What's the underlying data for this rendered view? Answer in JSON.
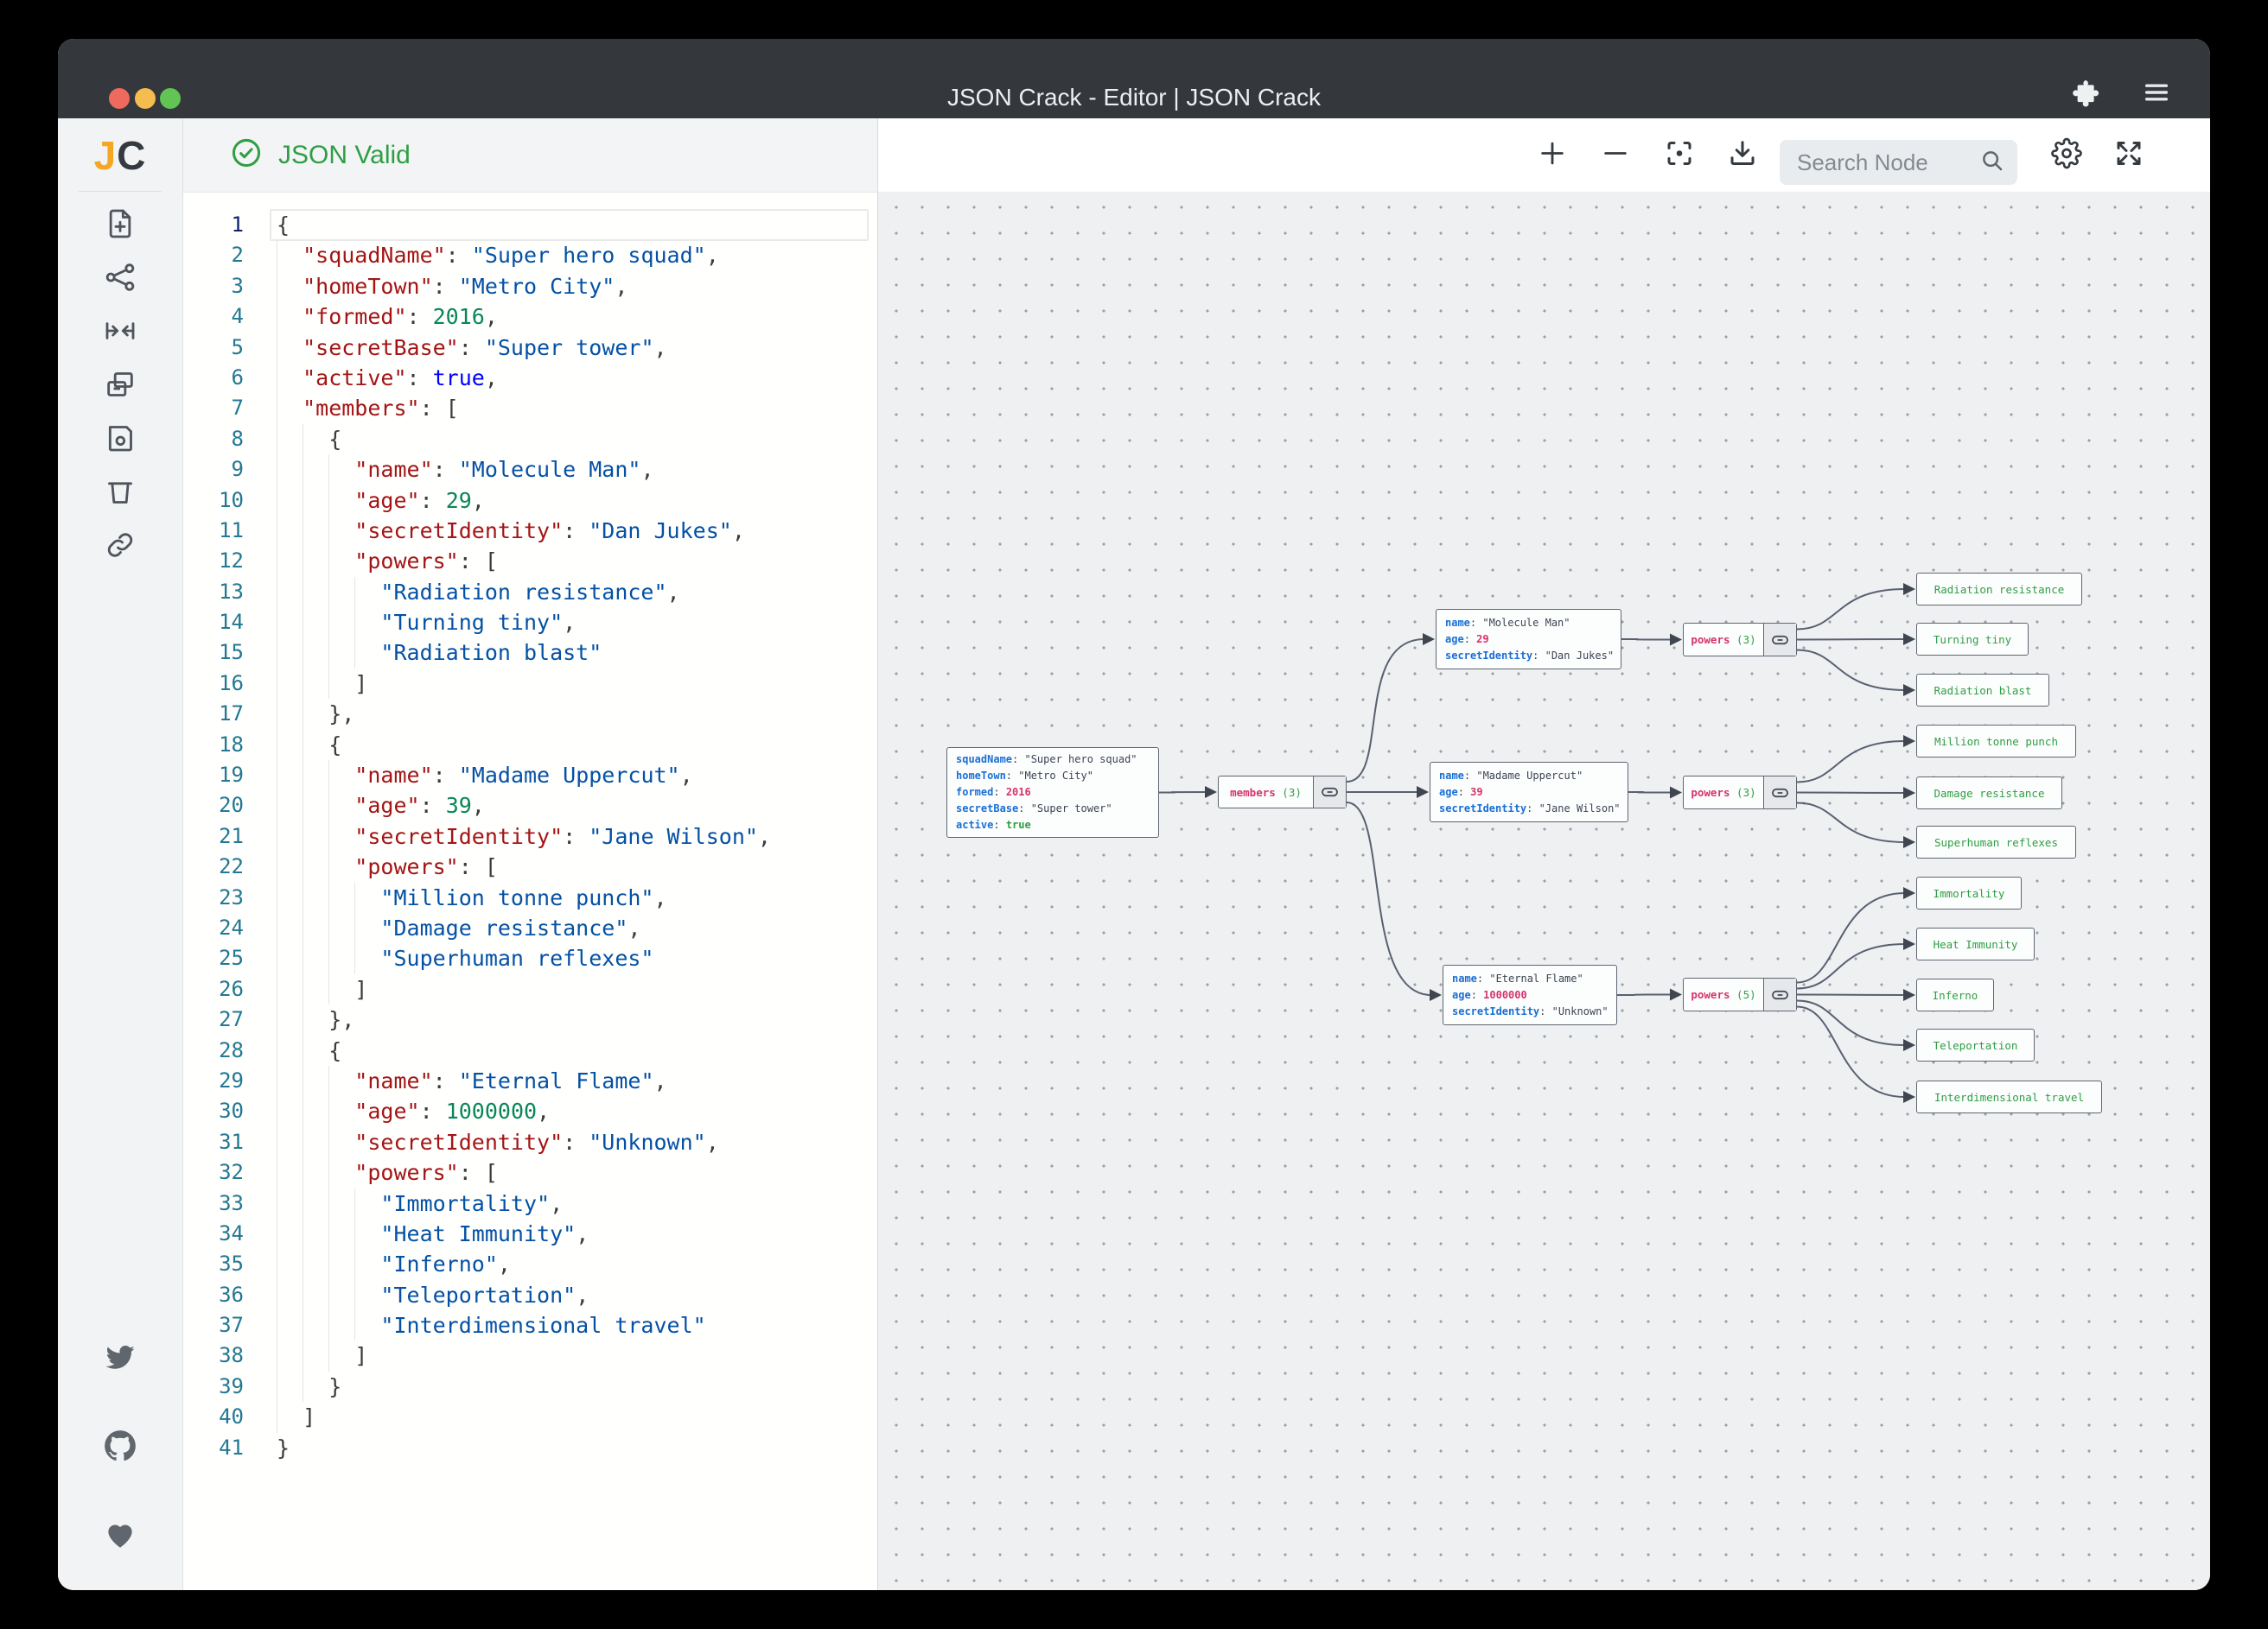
{
  "window": {
    "title": "JSON Crack - Editor | JSON Crack"
  },
  "titlebar": {
    "traffic_lights": [
      "close",
      "minimize",
      "zoom"
    ],
    "icons": [
      "extension-puzzle-icon",
      "menu-icon"
    ]
  },
  "colors": {
    "valid_green": "#2f9e44",
    "logo_orange": "#f5a623",
    "node_key_blue": "#1a6fd4",
    "node_number_pink": "#d6336c",
    "node_green": "#2f9e44",
    "titlebar": "#34373c"
  },
  "sidebar": {
    "logo_j": "J",
    "logo_c": "C",
    "tool_icons": [
      "new-file-icon",
      "graph-icon",
      "center-view-icon",
      "copy-icon",
      "save-icon",
      "delete-icon",
      "link-icon"
    ],
    "social_icons": [
      "twitter-icon",
      "github-icon",
      "heart-icon"
    ]
  },
  "editor": {
    "status": "JSON Valid",
    "line_count": 41,
    "lines": [
      [
        [
          "{",
          "p"
        ]
      ],
      [
        [
          "  \"squadName\"",
          "k"
        ],
        [
          ": ",
          "p"
        ],
        [
          "\"Super hero squad\"",
          "s"
        ],
        [
          ",",
          "p"
        ]
      ],
      [
        [
          "  \"homeTown\"",
          "k"
        ],
        [
          ": ",
          "p"
        ],
        [
          "\"Metro City\"",
          "s"
        ],
        [
          ",",
          "p"
        ]
      ],
      [
        [
          "  \"formed\"",
          "k"
        ],
        [
          ": ",
          "p"
        ],
        [
          "2016",
          "n"
        ],
        [
          ",",
          "p"
        ]
      ],
      [
        [
          "  \"secretBase\"",
          "k"
        ],
        [
          ": ",
          "p"
        ],
        [
          "\"Super tower\"",
          "s"
        ],
        [
          ",",
          "p"
        ]
      ],
      [
        [
          "  \"active\"",
          "k"
        ],
        [
          ": ",
          "p"
        ],
        [
          "true",
          "b"
        ],
        [
          ",",
          "p"
        ]
      ],
      [
        [
          "  \"members\"",
          "k"
        ],
        [
          ": [",
          "p"
        ]
      ],
      [
        [
          "    {",
          "p"
        ]
      ],
      [
        [
          "      \"name\"",
          "k"
        ],
        [
          ": ",
          "p"
        ],
        [
          "\"Molecule Man\"",
          "s"
        ],
        [
          ",",
          "p"
        ]
      ],
      [
        [
          "      \"age\"",
          "k"
        ],
        [
          ": ",
          "p"
        ],
        [
          "29",
          "n"
        ],
        [
          ",",
          "p"
        ]
      ],
      [
        [
          "      \"secretIdentity\"",
          "k"
        ],
        [
          ": ",
          "p"
        ],
        [
          "\"Dan Jukes\"",
          "s"
        ],
        [
          ",",
          "p"
        ]
      ],
      [
        [
          "      \"powers\"",
          "k"
        ],
        [
          ": [",
          "p"
        ]
      ],
      [
        [
          "        \"Radiation resistance\"",
          "s"
        ],
        [
          ",",
          "p"
        ]
      ],
      [
        [
          "        \"Turning tiny\"",
          "s"
        ],
        [
          ",",
          "p"
        ]
      ],
      [
        [
          "        \"Radiation blast\"",
          "s"
        ]
      ],
      [
        [
          "      ]",
          "p"
        ]
      ],
      [
        [
          "    },",
          "p"
        ]
      ],
      [
        [
          "    {",
          "p"
        ]
      ],
      [
        [
          "      \"name\"",
          "k"
        ],
        [
          ": ",
          "p"
        ],
        [
          "\"Madame Uppercut\"",
          "s"
        ],
        [
          ",",
          "p"
        ]
      ],
      [
        [
          "      \"age\"",
          "k"
        ],
        [
          ": ",
          "p"
        ],
        [
          "39",
          "n"
        ],
        [
          ",",
          "p"
        ]
      ],
      [
        [
          "      \"secretIdentity\"",
          "k"
        ],
        [
          ": ",
          "p"
        ],
        [
          "\"Jane Wilson\"",
          "s"
        ],
        [
          ",",
          "p"
        ]
      ],
      [
        [
          "      \"powers\"",
          "k"
        ],
        [
          ": [",
          "p"
        ]
      ],
      [
        [
          "        \"Million tonne punch\"",
          "s"
        ],
        [
          ",",
          "p"
        ]
      ],
      [
        [
          "        \"Damage resistance\"",
          "s"
        ],
        [
          ",",
          "p"
        ]
      ],
      [
        [
          "        \"Superhuman reflexes\"",
          "s"
        ]
      ],
      [
        [
          "      ]",
          "p"
        ]
      ],
      [
        [
          "    },",
          "p"
        ]
      ],
      [
        [
          "    {",
          "p"
        ]
      ],
      [
        [
          "      \"name\"",
          "k"
        ],
        [
          ": ",
          "p"
        ],
        [
          "\"Eternal Flame\"",
          "s"
        ],
        [
          ",",
          "p"
        ]
      ],
      [
        [
          "      \"age\"",
          "k"
        ],
        [
          ": ",
          "p"
        ],
        [
          "1000000",
          "n"
        ],
        [
          ",",
          "p"
        ]
      ],
      [
        [
          "      \"secretIdentity\"",
          "k"
        ],
        [
          ": ",
          "p"
        ],
        [
          "\"Unknown\"",
          "s"
        ],
        [
          ",",
          "p"
        ]
      ],
      [
        [
          "      \"powers\"",
          "k"
        ],
        [
          ": [",
          "p"
        ]
      ],
      [
        [
          "        \"Immortality\"",
          "s"
        ],
        [
          ",",
          "p"
        ]
      ],
      [
        [
          "        \"Heat Immunity\"",
          "s"
        ],
        [
          ",",
          "p"
        ]
      ],
      [
        [
          "        \"Inferno\"",
          "s"
        ],
        [
          ",",
          "p"
        ]
      ],
      [
        [
          "        \"Teleportation\"",
          "s"
        ],
        [
          ",",
          "p"
        ]
      ],
      [
        [
          "        \"Interdimensional travel\"",
          "s"
        ]
      ],
      [
        [
          "      ]",
          "p"
        ]
      ],
      [
        [
          "    }",
          "p"
        ]
      ],
      [
        [
          "  ]",
          "p"
        ]
      ],
      [
        [
          "}",
          "p"
        ]
      ]
    ]
  },
  "graph": {
    "toolbar": {
      "icons": [
        "zoom-in-icon",
        "zoom-out-icon",
        "focus-icon",
        "download-icon",
        "settings-icon",
        "fullscreen-icon"
      ],
      "search_placeholder": "Search Node"
    },
    "root_rows": [
      [
        "squadName",
        "\"Super hero squad\"",
        "str"
      ],
      [
        "homeTown",
        "\"Metro City\"",
        "str"
      ],
      [
        "formed",
        "2016",
        "num"
      ],
      [
        "secretBase",
        "\"Super tower\"",
        "str"
      ],
      [
        "active",
        "true",
        "bool"
      ]
    ],
    "members": {
      "label": "members",
      "count": "(3)"
    },
    "member_rows": [
      [
        [
          "name",
          "\"Molecule Man\"",
          "str"
        ],
        [
          "age",
          "29",
          "num"
        ],
        [
          "secretIdentity",
          "\"Dan Jukes\"",
          "str"
        ]
      ],
      [
        [
          "name",
          "\"Madame Uppercut\"",
          "str"
        ],
        [
          "age",
          "39",
          "num"
        ],
        [
          "secretIdentity",
          "\"Jane Wilson\"",
          "str"
        ]
      ],
      [
        [
          "name",
          "\"Eternal Flame\"",
          "str"
        ],
        [
          "age",
          "1000000",
          "num"
        ],
        [
          "secretIdentity",
          "\"Unknown\"",
          "str"
        ]
      ]
    ],
    "powers": [
      {
        "label": "powers",
        "count": "(3)"
      },
      {
        "label": "powers",
        "count": "(3)"
      },
      {
        "label": "powers",
        "count": "(5)"
      }
    ],
    "leaves": [
      [
        "Radiation resistance",
        "Turning tiny",
        "Radiation blast"
      ],
      [
        "Million tonne punch",
        "Damage resistance",
        "Superhuman reflexes"
      ],
      [
        "Immortality",
        "Heat Immunity",
        "Inferno",
        "Teleportation",
        "Interdimensional travel"
      ]
    ]
  }
}
